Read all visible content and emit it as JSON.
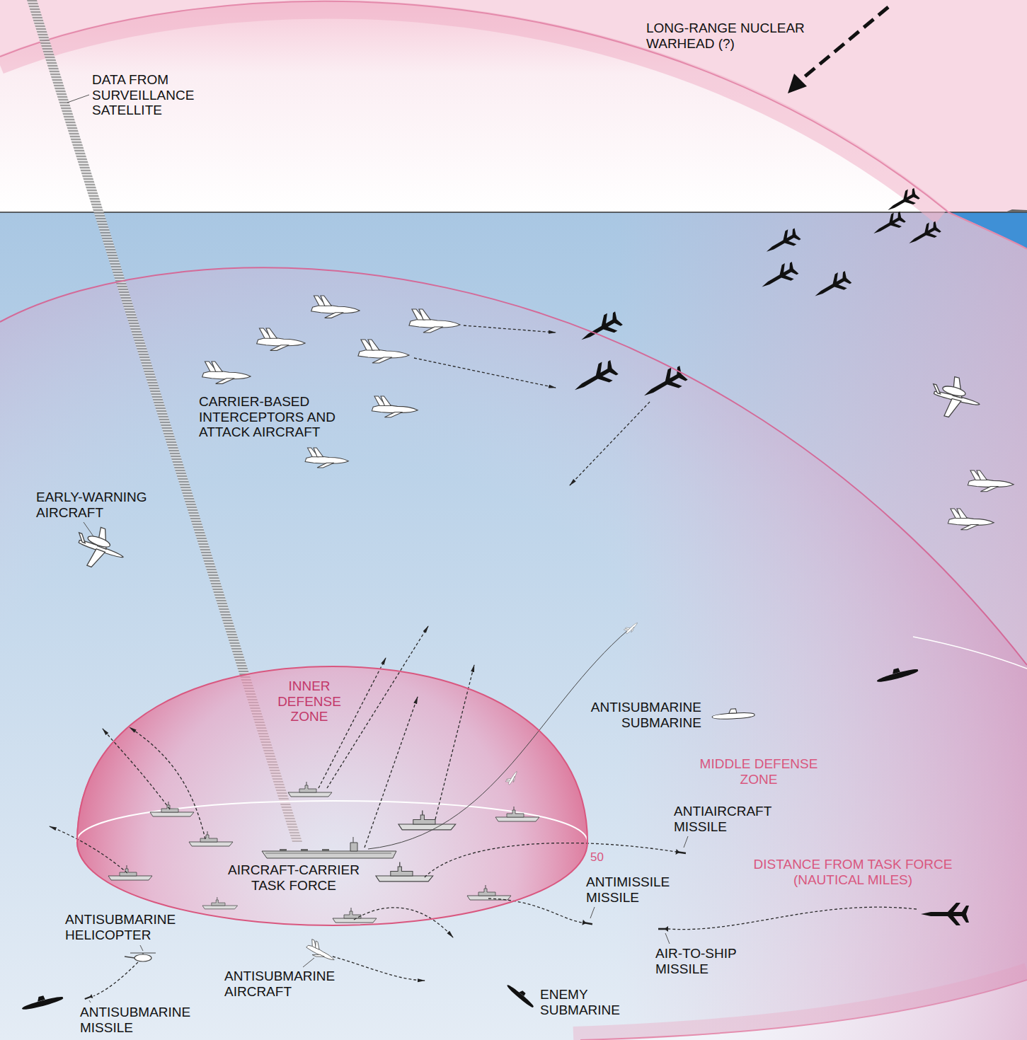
{
  "diagram": {
    "nodes": [
      {
        "text": [
          "MIDDLE DEFENSE ZONE"
        ]
      },
      {
        "text": [
          "INNER DEFENSE ZONE"
        ],
        "in": 0
      }
    ],
    "labels": [
      "DATA FROM SURVEILLANCE SATELLITE",
      "LONG-RANGE NUCLEAR WARHEAD (?)",
      "CARRIER-BASED INTERCEPTORS AND ATTACK AIRCRAFT",
      "EARLY-WARNING AIRCRAFT",
      "ANTISUBMARINE SUBMARINE",
      "ANTIAIRCRAFT MISSILE",
      "AIRCRAFT-CARRIER TASK FORCE",
      "50",
      "DISTANCE FROM TASK FORCE (NAUTICAL MILES)",
      "ANTIMISSILE MISSILE",
      "ANTISUBMARINE HELICOPTER",
      "ANTISUBMARINE AIRCRAFT",
      "AIR-TO-SHIP MISSILE",
      "ENEMY SUBMARINE",
      "ANTISUBMARINE MISSILE"
    ]
  }
}
